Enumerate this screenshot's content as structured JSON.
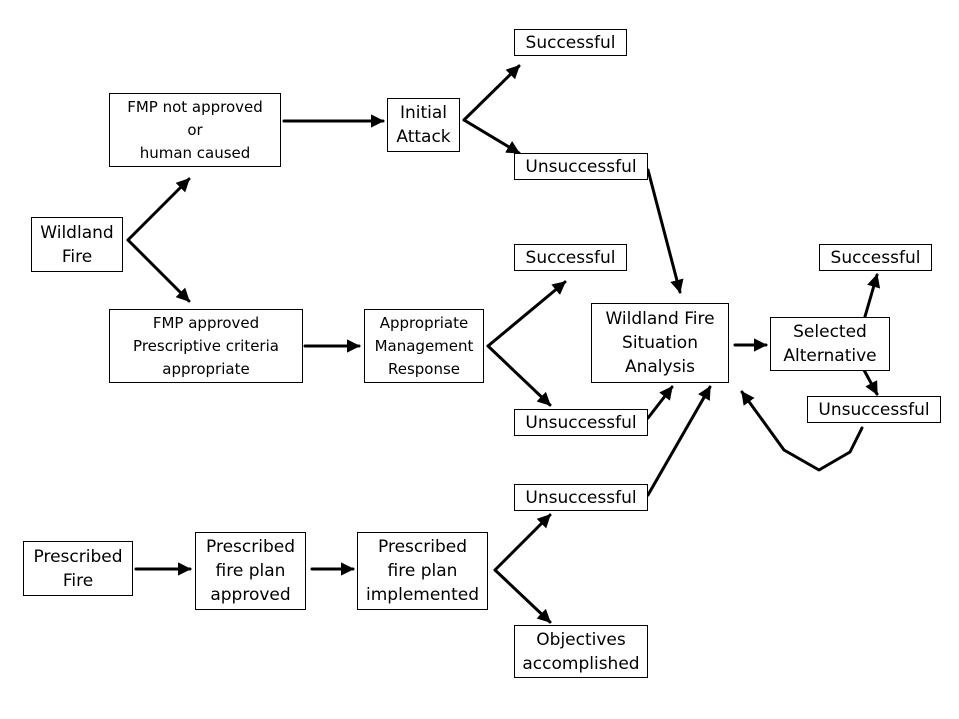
{
  "nodes": {
    "wildland_fire": [
      "Wildland",
      "Fire"
    ],
    "fmp_not_approved": [
      "FMP not approved",
      "or",
      "human caused"
    ],
    "initial_attack": [
      "Initial",
      "Attack"
    ],
    "ia_successful": [
      "Successful"
    ],
    "ia_unsuccessful": [
      "Unsuccessful"
    ],
    "fmp_approved": [
      "FMP approved",
      "Prescriptive criteria",
      "appropriate"
    ],
    "amr": [
      "Appropriate",
      "Management",
      "Response"
    ],
    "amr_successful": [
      "Successful"
    ],
    "amr_unsuccessful": [
      "Unsuccessful"
    ],
    "wfsa": [
      "Wildland Fire",
      "Situation",
      "Analysis"
    ],
    "selected_alternative": [
      "Selected",
      "Alternative"
    ],
    "sa_successful": [
      "Successful"
    ],
    "sa_unsuccessful": [
      "Unsuccessful"
    ],
    "prescribed_fire": [
      "Prescribed",
      "Fire"
    ],
    "plan_approved": [
      "Prescribed",
      "fire plan",
      "approved"
    ],
    "plan_implemented": [
      "Prescribed",
      "fire plan",
      "implemented"
    ],
    "rx_unsuccessful": [
      "Unsuccessful"
    ],
    "objectives_accomplished": [
      "Objectives",
      "accomplished"
    ]
  },
  "edges": [
    [
      "wildland_fire",
      "fmp_not_approved"
    ],
    [
      "wildland_fire",
      "fmp_approved"
    ],
    [
      "fmp_not_approved",
      "initial_attack"
    ],
    [
      "initial_attack",
      "ia_successful"
    ],
    [
      "initial_attack",
      "ia_unsuccessful"
    ],
    [
      "ia_unsuccessful",
      "wfsa"
    ],
    [
      "fmp_approved",
      "amr"
    ],
    [
      "amr",
      "amr_successful"
    ],
    [
      "amr",
      "amr_unsuccessful"
    ],
    [
      "amr_unsuccessful",
      "wfsa"
    ],
    [
      "wfsa",
      "selected_alternative"
    ],
    [
      "selected_alternative",
      "sa_successful"
    ],
    [
      "selected_alternative",
      "sa_unsuccessful"
    ],
    [
      "sa_unsuccessful",
      "wfsa"
    ],
    [
      "prescribed_fire",
      "plan_approved"
    ],
    [
      "plan_approved",
      "plan_implemented"
    ],
    [
      "plan_implemented",
      "rx_unsuccessful"
    ],
    [
      "plan_implemented",
      "objectives_accomplished"
    ],
    [
      "rx_unsuccessful",
      "wfsa"
    ]
  ]
}
